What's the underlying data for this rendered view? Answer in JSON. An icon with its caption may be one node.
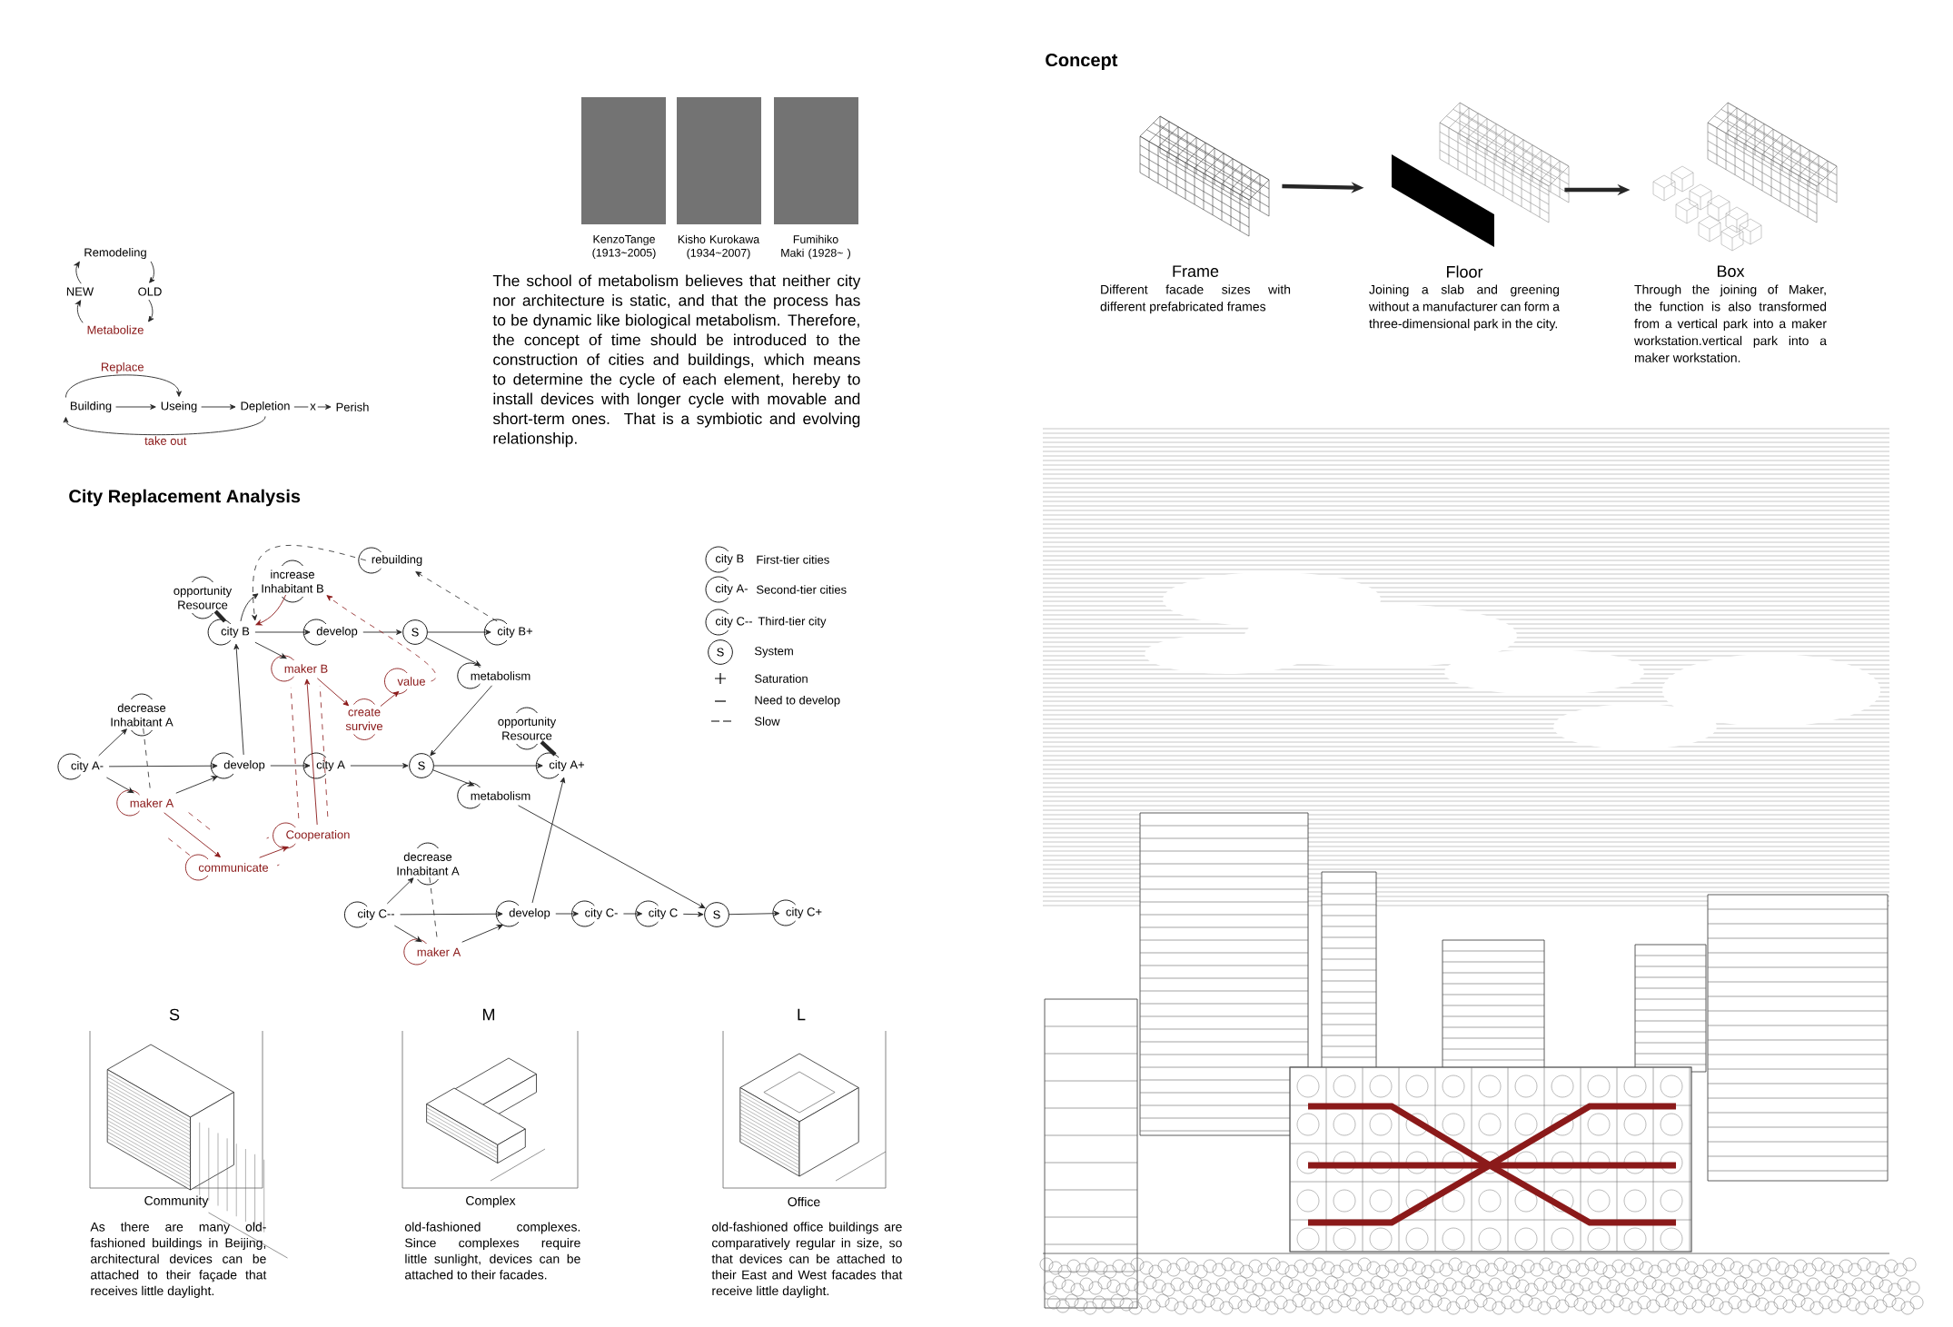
{
  "diagram": {
    "nodes": [
      {
        "text": [
          "Remodeling"
        ]
      },
      {
        "text": [
          "OLD"
        ]
      },
      {
        "text": [
          "Metabolize"
        ]
      },
      {
        "text": [
          "NEW"
        ]
      },
      {
        "text": [
          "Building"
        ]
      },
      {
        "text": [
          "Useing"
        ]
      },
      {
        "text": [
          "Depletion"
        ]
      },
      {
        "text": [
          "Perish"
        ]
      },
      {
        "text": [
          "rebuilding"
        ]
      },
      {
        "text": [
          "increase",
          "Inhabitant B"
        ]
      },
      {
        "text": [
          "opportunity",
          "Resource"
        ]
      },
      {
        "text": [
          "city B"
        ]
      },
      {
        "text": [
          "develop"
        ]
      },
      {
        "text": [
          "S"
        ]
      },
      {
        "text": [
          "city B+"
        ]
      },
      {
        "text": [
          "maker B"
        ]
      },
      {
        "text": [
          "value"
        ]
      },
      {
        "text": [
          "metabolism"
        ]
      },
      {
        "text": [
          "create",
          "survive"
        ]
      },
      {
        "text": [
          "decrease",
          "Inhabitant A"
        ]
      },
      {
        "text": [
          "city A-"
        ]
      },
      {
        "text": [
          "develop"
        ]
      },
      {
        "text": [
          "city A"
        ]
      },
      {
        "text": [
          "S"
        ]
      },
      {
        "text": [
          "opportunity",
          "Resource"
        ]
      },
      {
        "text": [
          "city A+"
        ]
      },
      {
        "text": [
          "maker A"
        ]
      },
      {
        "text": [
          "metabolism"
        ]
      },
      {
        "text": [
          "Cooperation"
        ]
      },
      {
        "text": [
          "communicate"
        ]
      },
      {
        "text": [
          "decrease",
          "Inhabitant A"
        ]
      },
      {
        "text": [
          "city C--"
        ]
      },
      {
        "text": [
          "develop"
        ]
      },
      {
        "text": [
          "city C-"
        ]
      },
      {
        "text": [
          "city C"
        ]
      },
      {
        "text": [
          "S"
        ]
      },
      {
        "text": [
          "city C+"
        ]
      },
      {
        "text": [
          "maker A"
        ]
      },
      {
        "text": [],
        "shape": "picture",
        "beside": [
          "Frame",
          "Different facade sizes with different prefabricated frames"
        ]
      },
      {
        "text": [],
        "shape": "picture",
        "beside": [
          "Floor",
          "Joining a slab and greening without a manufacturer can form a three-dimensional park in the city."
        ]
      },
      {
        "text": [],
        "shape": "picture",
        "beside": [
          "Box",
          "Through the joining of Maker, the function is also transformed from a vertical park into a maker workstation.vertical park into a maker workstation."
        ]
      }
    ],
    "edges": [
      {
        "from": 3,
        "to": 0,
        "arrow": "to"
      },
      {
        "from": 0,
        "to": 1,
        "arrow": "to"
      },
      {
        "from": 1,
        "to": 2,
        "arrow": "to"
      },
      {
        "from": 2,
        "to": 3,
        "arrow": "to"
      },
      {
        "from": 4,
        "to": 5,
        "arrow": "to"
      },
      {
        "from": 5,
        "to": 6,
        "arrow": "to"
      },
      {
        "from": 6,
        "to": 7,
        "arrow": "to",
        "label": "x"
      },
      {
        "from": 4,
        "to": 5,
        "arrow": "to",
        "label": "Replace"
      },
      {
        "from": 6,
        "to": 4,
        "arrow": "to",
        "label": "take out"
      },
      {
        "from": 11,
        "to": 12,
        "arrow": "to"
      },
      {
        "from": 12,
        "to": 13,
        "arrow": "to"
      },
      {
        "from": 13,
        "to": 14,
        "arrow": "to"
      },
      {
        "from": 13,
        "to": 17,
        "arrow": "to"
      },
      {
        "from": 14,
        "to": 8,
        "arrow": "to",
        "style": "dashed"
      },
      {
        "from": 8,
        "to": 11,
        "arrow": "to",
        "style": "dashed"
      },
      {
        "from": 11,
        "to": 9,
        "arrow": "to"
      },
      {
        "from": 9,
        "to": 11,
        "arrow": "to",
        "color": "#8b1a1a"
      },
      {
        "from": 10,
        "to": 11,
        "arrow": "none",
        "style": "thick"
      },
      {
        "from": 11,
        "to": 15,
        "arrow": "to"
      },
      {
        "from": 21,
        "to": 11,
        "arrow": "to"
      },
      {
        "from": 16,
        "to": 9,
        "arrow": "to",
        "style": "dashed",
        "color": "#8b1a1a"
      },
      {
        "from": 15,
        "to": 18,
        "arrow": "to",
        "color": "#8b1a1a"
      },
      {
        "from": 18,
        "to": 16,
        "arrow": "to",
        "color": "#8b1a1a"
      },
      {
        "from": 17,
        "to": 23,
        "arrow": "to"
      },
      {
        "from": 20,
        "to": 19,
        "arrow": "to"
      },
      {
        "from": 20,
        "to": 21,
        "arrow": "to"
      },
      {
        "from": 20,
        "to": 26,
        "arrow": "to"
      },
      {
        "from": 19,
        "to": 26,
        "arrow": "none",
        "style": "dashed"
      },
      {
        "from": 26,
        "to": 21,
        "arrow": "to"
      },
      {
        "from": 21,
        "to": 22,
        "arrow": "to"
      },
      {
        "from": 22,
        "to": 23,
        "arrow": "to"
      },
      {
        "from": 23,
        "to": 25,
        "arrow": "to"
      },
      {
        "from": 23,
        "to": 27,
        "arrow": "to"
      },
      {
        "from": 24,
        "to": 25,
        "arrow": "none",
        "style": "thick"
      },
      {
        "from": 27,
        "to": 35,
        "arrow": "to"
      },
      {
        "from": 26,
        "to": 29,
        "arrow": "to",
        "color": "#8b1a1a"
      },
      {
        "from": 29,
        "to": 28,
        "arrow": "to",
        "color": "#8b1a1a"
      },
      {
        "from": 28,
        "to": 15,
        "arrow": "to",
        "color": "#8b1a1a"
      },
      {
        "from": 31,
        "to": 30,
        "arrow": "to"
      },
      {
        "from": 31,
        "to": 32,
        "arrow": "to"
      },
      {
        "from": 31,
        "to": 37,
        "arrow": "to"
      },
      {
        "from": 30,
        "to": 37,
        "arrow": "none",
        "style": "dashed"
      },
      {
        "from": 37,
        "to": 32,
        "arrow": "to"
      },
      {
        "from": 32,
        "to": 25,
        "arrow": "to"
      },
      {
        "from": 32,
        "to": 33,
        "arrow": "to"
      },
      {
        "from": 33,
        "to": 34,
        "arrow": "to"
      },
      {
        "from": 34,
        "to": 35,
        "arrow": "to"
      },
      {
        "from": 35,
        "to": 36,
        "arrow": "to"
      },
      {
        "from": 38,
        "to": 39,
        "arrow": "to",
        "style": "thick"
      },
      {
        "from": 39,
        "to": 40,
        "arrow": "to",
        "style": "thick"
      }
    ],
    "labels": [
      "Concept",
      "KenzoTange (1913~2005)",
      "Kisho Kurokawa (1934~2007)",
      "Fumihiko Maki (1928~ )",
      "The school of metabolism believes that neither city nor architecture is static, and that the process has to be dynamic like biological metabolism. Therefore, the concept of time should be introduced to the construction of cities and buildings, which means to determine the cycle of each element, hereby to install devices with longer cycle with movable and short-term ones. That is a symbiotic and evolving relationship.",
      "City Replacement Analysis",
      "city B",
      "city A-",
      "city C--",
      "S",
      "S",
      "M",
      "L",
      "Community",
      "Complex",
      "Office",
      "As there are many old-fashioned buildings in Beijing, architectural devices can be attached to their façade that receives little daylight.",
      "old-fashioned complexes. Since complexes require little sunlight, devices can be attached to their facades.",
      "old-fashioned office buildings are comparatively regular in size, so that devices can be attached to their East and West facades that receive little daylight."
    ],
    "legend": [
      {
        "text": "First-tier cities"
      },
      {
        "text": "Second-tier cities"
      },
      {
        "text": "Third-tier city"
      },
      {
        "text": "System"
      },
      {
        "text": "Saturation"
      },
      {
        "text": "Need to develop"
      },
      {
        "text": "Slow"
      }
    ]
  }
}
